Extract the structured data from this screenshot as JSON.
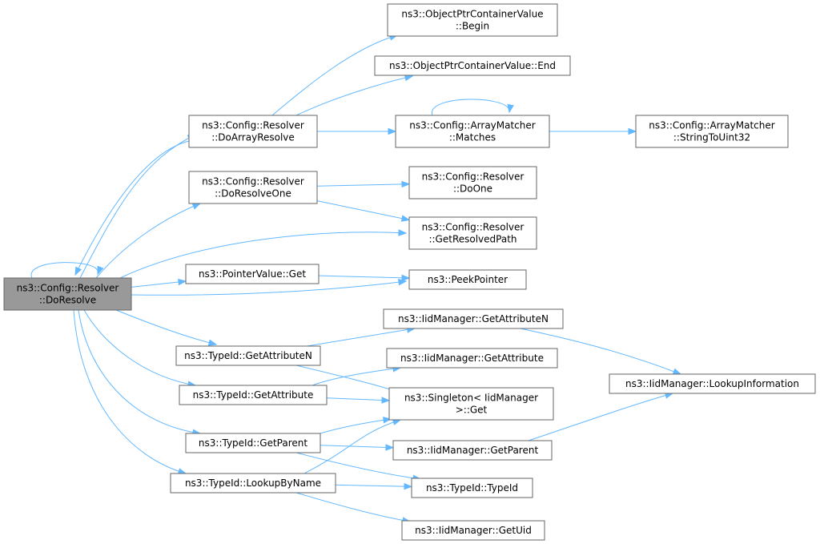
{
  "nodes": {
    "do_resolve": {
      "lines": [
        "ns3::Config::Resolver",
        "::DoResolve"
      ]
    },
    "do_array_resolve": {
      "lines": [
        "ns3::Config::Resolver",
        "::DoArrayResolve"
      ]
    },
    "do_resolve_one": {
      "lines": [
        "ns3::Config::Resolver",
        "::DoResolveOne"
      ]
    },
    "pointer_value_get": {
      "lines": [
        "ns3::PointerValue::Get"
      ]
    },
    "typeid_get_attribute_n": {
      "lines": [
        "ns3::TypeId::GetAttributeN"
      ]
    },
    "typeid_get_attribute": {
      "lines": [
        "ns3::TypeId::GetAttribute"
      ]
    },
    "typeid_get_parent": {
      "lines": [
        "ns3::TypeId::GetParent"
      ]
    },
    "typeid_lookup_by_name": {
      "lines": [
        "ns3::TypeId::LookupByName"
      ]
    },
    "optr_begin": {
      "lines": [
        "ns3::ObjectPtrContainerValue",
        "::Begin"
      ]
    },
    "optr_end": {
      "lines": [
        "ns3::ObjectPtrContainerValue::End"
      ]
    },
    "array_matcher_matches": {
      "lines": [
        "ns3::Config::ArrayMatcher",
        "::Matches"
      ]
    },
    "array_matcher_str2u32": {
      "lines": [
        "ns3::Config::ArrayMatcher",
        "::StringToUint32"
      ]
    },
    "resolver_do_one": {
      "lines": [
        "ns3::Config::Resolver",
        "::DoOne"
      ]
    },
    "resolver_get_resolved": {
      "lines": [
        "ns3::Config::Resolver",
        "::GetResolvedPath"
      ]
    },
    "peek_pointer": {
      "lines": [
        "ns3::PeekPointer"
      ]
    },
    "iid_get_attribute_n": {
      "lines": [
        "ns3::IidManager::GetAttributeN"
      ]
    },
    "iid_get_attribute": {
      "lines": [
        "ns3::IidManager::GetAttribute"
      ]
    },
    "singleton_get": {
      "lines": [
        "ns3::Singleton< IidManager",
        ">::Get"
      ]
    },
    "iid_get_parent": {
      "lines": [
        "ns3::IidManager::GetParent"
      ]
    },
    "typeid_typeid": {
      "lines": [
        "ns3::TypeId::TypeId"
      ]
    },
    "iid_get_uid": {
      "lines": [
        "ns3::IidManager::GetUid"
      ]
    },
    "iid_lookup_info": {
      "lines": [
        "ns3::IidManager::LookupInformation"
      ]
    }
  },
  "edges": [
    [
      "do_resolve",
      "do_resolve"
    ],
    [
      "do_resolve",
      "do_array_resolve"
    ],
    [
      "do_resolve",
      "do_resolve_one"
    ],
    [
      "do_resolve",
      "resolver_get_resolved"
    ],
    [
      "do_resolve",
      "pointer_value_get"
    ],
    [
      "do_resolve",
      "peek_pointer"
    ],
    [
      "do_resolve",
      "typeid_get_attribute_n"
    ],
    [
      "do_resolve",
      "typeid_get_attribute"
    ],
    [
      "do_resolve",
      "typeid_get_parent"
    ],
    [
      "do_resolve",
      "typeid_lookup_by_name"
    ],
    [
      "do_array_resolve",
      "do_resolve"
    ],
    [
      "do_array_resolve",
      "optr_begin"
    ],
    [
      "do_array_resolve",
      "optr_end"
    ],
    [
      "do_array_resolve",
      "array_matcher_matches"
    ],
    [
      "array_matcher_matches",
      "array_matcher_matches"
    ],
    [
      "array_matcher_matches",
      "array_matcher_str2u32"
    ],
    [
      "do_resolve_one",
      "resolver_do_one"
    ],
    [
      "do_resolve_one",
      "resolver_get_resolved"
    ],
    [
      "pointer_value_get",
      "peek_pointer"
    ],
    [
      "typeid_get_attribute_n",
      "iid_get_attribute_n"
    ],
    [
      "typeid_get_attribute_n",
      "singleton_get"
    ],
    [
      "typeid_get_attribute",
      "iid_get_attribute"
    ],
    [
      "typeid_get_attribute",
      "singleton_get"
    ],
    [
      "typeid_get_parent",
      "singleton_get"
    ],
    [
      "typeid_get_parent",
      "iid_get_parent"
    ],
    [
      "typeid_get_parent",
      "typeid_typeid"
    ],
    [
      "typeid_lookup_by_name",
      "singleton_get"
    ],
    [
      "typeid_lookup_by_name",
      "typeid_typeid"
    ],
    [
      "typeid_lookup_by_name",
      "iid_get_uid"
    ],
    [
      "iid_get_attribute_n",
      "iid_lookup_info"
    ],
    [
      "iid_get_parent",
      "iid_lookup_info"
    ]
  ],
  "colors": {
    "edge": "#63b8ff",
    "node_border": "#666666",
    "node_fill": "#ffffff",
    "root_fill": "#999999"
  }
}
